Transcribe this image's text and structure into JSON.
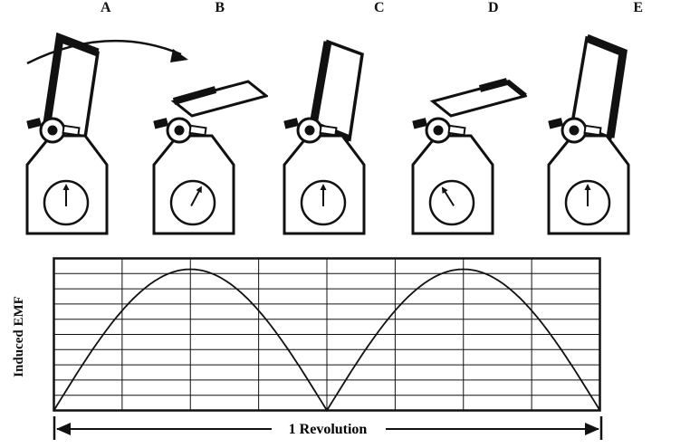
{
  "figure": {
    "position_labels": [
      "A",
      "B",
      "C",
      "D",
      "E"
    ],
    "graph": {
      "ylabel": "Induced EMF",
      "xlabel": "1 Revolution"
    },
    "meters": {
      "description": "galvanometer needle deflection per position, degrees clockwise from vertical",
      "angles_deg": [
        0,
        28,
        0,
        -32,
        0
      ]
    },
    "annotations": {
      "rotation_arrow": "clockwise-rotation-arrow"
    }
  },
  "chart_data": {
    "type": "line",
    "title": "",
    "xlabel": "1 Revolution",
    "ylabel": "Induced EMF",
    "x_range": [
      0,
      1
    ],
    "y_range": [
      0,
      1
    ],
    "waveform": "abs_sin",
    "key_points": [
      [
        0,
        0
      ],
      [
        0.25,
        1
      ],
      [
        0.5,
        0
      ],
      [
        0.75,
        1
      ],
      [
        1,
        0
      ]
    ],
    "grid": {
      "x_divisions": 8,
      "y_divisions": 10,
      "grid_on": true
    },
    "legend": "none"
  }
}
